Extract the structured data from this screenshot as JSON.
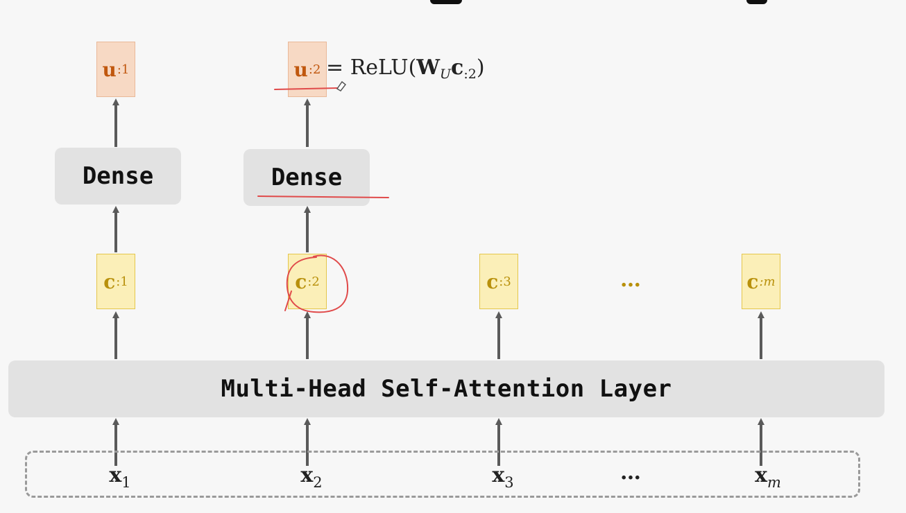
{
  "outputs": [
    {
      "symbol": "u",
      "subscript": ":1"
    },
    {
      "symbol": "u",
      "subscript": ":2"
    }
  ],
  "formula": {
    "equals": "=",
    "func_open": "ReLU(",
    "weight": "W",
    "weight_sub": "U",
    "vector": "c",
    "vector_sub": ":2",
    "func_close": ")"
  },
  "dense_label": "Dense",
  "contexts": [
    {
      "symbol": "c",
      "subscript": ":1"
    },
    {
      "symbol": "c",
      "subscript": ":2"
    },
    {
      "symbol": "c",
      "subscript": ":3"
    },
    {
      "symbol": "c",
      "subscript": ":m"
    }
  ],
  "ellipsis": "…",
  "attention_layer_label": "Multi-Head Self-Attention Layer",
  "inputs": [
    {
      "symbol": "x",
      "subscript": "1"
    },
    {
      "symbol": "x",
      "subscript": "2"
    },
    {
      "symbol": "x",
      "subscript": "3"
    },
    {
      "symbol": "x",
      "subscript": "m"
    }
  ],
  "colors": {
    "output_text": "#c0570e",
    "output_fill": "#f7d9c4",
    "context_text": "#b8900b",
    "context_fill": "#fbefb8",
    "annotation": "#e04a4a",
    "arrow": "#5a5a5a"
  }
}
